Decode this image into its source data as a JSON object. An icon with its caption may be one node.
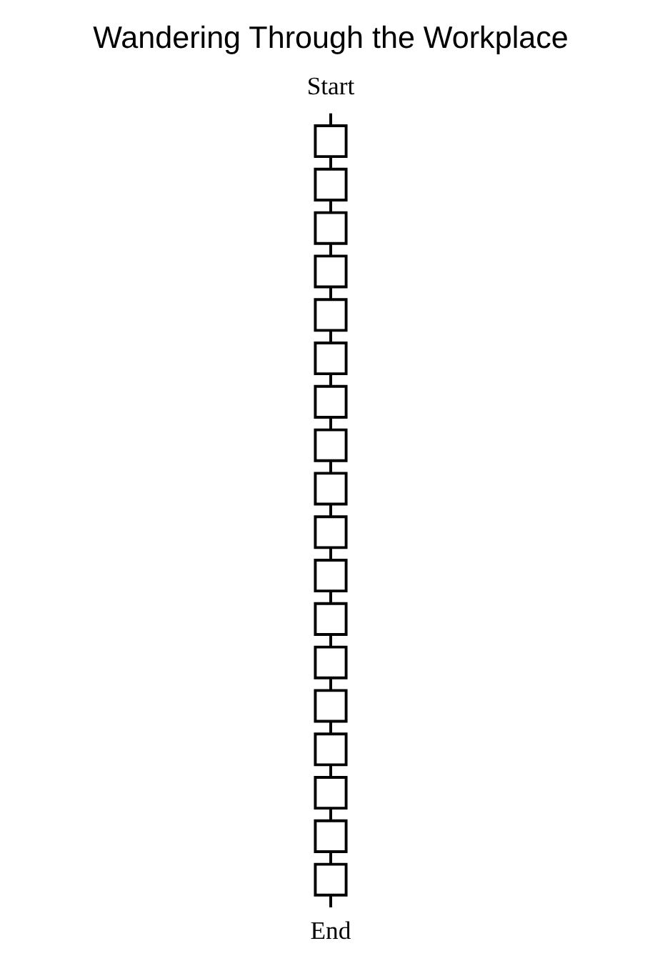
{
  "diagram": {
    "title": "Wandering Through the Workplace",
    "nodes": [
      {
        "text": [
          "Start"
        ]
      },
      {
        "text": [],
        "shape": "box"
      },
      {
        "text": [],
        "shape": "box"
      },
      {
        "text": [],
        "shape": "box"
      },
      {
        "text": [],
        "shape": "box"
      },
      {
        "text": [],
        "shape": "box"
      },
      {
        "text": [],
        "shape": "box"
      },
      {
        "text": [],
        "shape": "box"
      },
      {
        "text": [],
        "shape": "box"
      },
      {
        "text": [],
        "shape": "box"
      },
      {
        "text": [],
        "shape": "box"
      },
      {
        "text": [],
        "shape": "box"
      },
      {
        "text": [],
        "shape": "box"
      },
      {
        "text": [],
        "shape": "box"
      },
      {
        "text": [],
        "shape": "box"
      },
      {
        "text": [],
        "shape": "box"
      },
      {
        "text": [],
        "shape": "box"
      },
      {
        "text": [],
        "shape": "box"
      },
      {
        "text": [],
        "shape": "box"
      },
      {
        "text": [
          "End"
        ]
      }
    ],
    "edges": [
      {
        "from": 0,
        "to": 1,
        "arrow": "none"
      },
      {
        "from": 1,
        "to": 2,
        "arrow": "none"
      },
      {
        "from": 2,
        "to": 3,
        "arrow": "none"
      },
      {
        "from": 3,
        "to": 4,
        "arrow": "none"
      },
      {
        "from": 4,
        "to": 5,
        "arrow": "none"
      },
      {
        "from": 5,
        "to": 6,
        "arrow": "none"
      },
      {
        "from": 6,
        "to": 7,
        "arrow": "none"
      },
      {
        "from": 7,
        "to": 8,
        "arrow": "none"
      },
      {
        "from": 8,
        "to": 9,
        "arrow": "none"
      },
      {
        "from": 9,
        "to": 10,
        "arrow": "none"
      },
      {
        "from": 10,
        "to": 11,
        "arrow": "none"
      },
      {
        "from": 11,
        "to": 12,
        "arrow": "none"
      },
      {
        "from": 12,
        "to": 13,
        "arrow": "none"
      },
      {
        "from": 13,
        "to": 14,
        "arrow": "none"
      },
      {
        "from": 14,
        "to": 15,
        "arrow": "none"
      },
      {
        "from": 15,
        "to": 16,
        "arrow": "none"
      },
      {
        "from": 16,
        "to": 17,
        "arrow": "none"
      },
      {
        "from": 17,
        "to": 18,
        "arrow": "none"
      },
      {
        "from": 18,
        "to": 19,
        "arrow": "none"
      }
    ]
  }
}
